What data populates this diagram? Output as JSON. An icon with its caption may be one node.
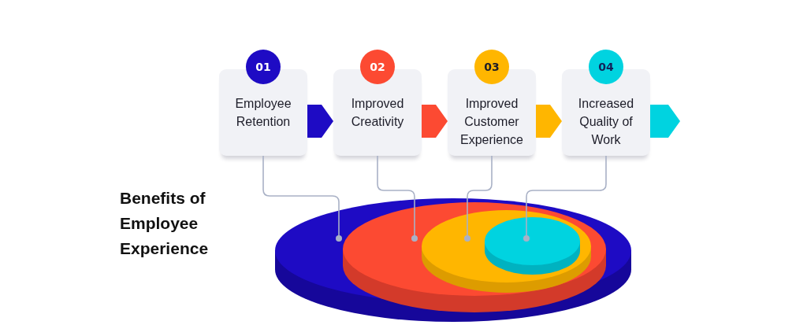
{
  "diagram": {
    "title": "Benefits of Employee Experience",
    "nodes": [
      {
        "text": [
          "01",
          "Employee Retention"
        ]
      },
      {
        "text": [
          "02",
          "Improved Creativity"
        ]
      },
      {
        "text": [
          "03",
          "Improved Customer Experience"
        ]
      },
      {
        "text": [
          "04",
          "Increased Quality of Work"
        ]
      },
      {
        "text": [],
        "shape": "disc"
      },
      {
        "text": [],
        "shape": "disc",
        "in": 4
      },
      {
        "text": [],
        "shape": "disc",
        "in": 5
      },
      {
        "text": [],
        "shape": "disc",
        "in": 6
      }
    ],
    "edges": [
      {
        "from": 0,
        "to": 1,
        "arrow": "to",
        "style": "thick",
        "color": "#1e0bc4"
      },
      {
        "from": 1,
        "to": 2,
        "arrow": "to",
        "style": "thick",
        "color": "#fc4a32"
      },
      {
        "from": 2,
        "to": 3,
        "arrow": "to",
        "style": "thick",
        "color": "#ffb600"
      },
      {
        "from": 3,
        "to": null,
        "arrow": "to",
        "style": "thick",
        "color": "#00d3e0"
      },
      {
        "from": 0,
        "to": 4,
        "arrow": "other",
        "color": "#a9b1c6"
      },
      {
        "from": 1,
        "to": 5,
        "arrow": "other",
        "color": "#a9b1c6"
      },
      {
        "from": 2,
        "to": 6,
        "arrow": "other",
        "color": "#a9b1c6"
      },
      {
        "from": 3,
        "to": 7,
        "arrow": "other",
        "color": "#a9b1c6"
      }
    ]
  }
}
